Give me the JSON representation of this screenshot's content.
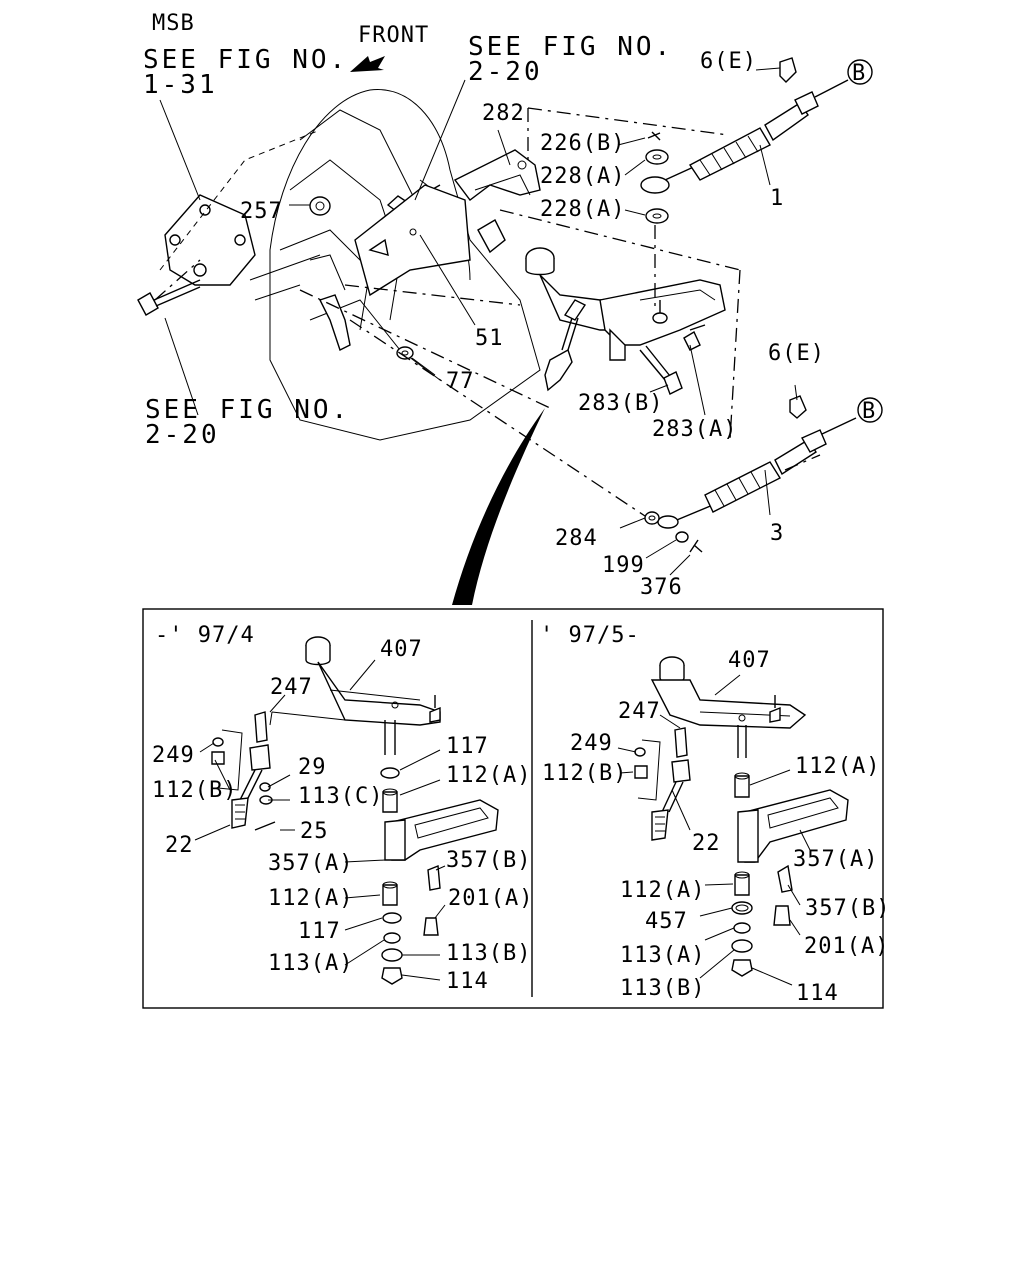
{
  "refs": {
    "msb": "MSB",
    "front": "FRONT",
    "see_fig_1_31_a": "SEE FIG NO.",
    "see_fig_1_31_b": "1-31",
    "see_fig_2_20_top_a": "SEE FIG NO.",
    "see_fig_2_20_top_b": "2-20",
    "see_fig_2_20_bot_a": "SEE FIG NO.",
    "see_fig_2_20_bot_b": "2-20",
    "circle_b": "B"
  },
  "top_labels": {
    "p6e_top": "6(E)",
    "p282": "282",
    "p226b": "226(B)",
    "p228a_1": "228(A)",
    "p228a_2": "228(A)",
    "p1": "1",
    "p257": "257",
    "p51": "51",
    "p77": "77",
    "p283b": "283(B)",
    "p283a": "283(A)",
    "p6e_bot": "6(E)",
    "p3": "3",
    "p284": "284",
    "p199": "199",
    "p376": "376"
  },
  "left_panel": {
    "period": "-' 97/4",
    "p407": "407",
    "p247": "247",
    "p249": "249",
    "p112b": "112(B)",
    "p29": "29",
    "p113c": "113(C)",
    "p25": "25",
    "p22": "22",
    "p117_a": "117",
    "p112a_a": "112(A)",
    "p357a": "357(A)",
    "p357b": "357(B)",
    "p112a_b": "112(A)",
    "p201a": "201(A)",
    "p117_b": "117",
    "p113b": "113(B)",
    "p113a": "113(A)",
    "p114": "114"
  },
  "right_panel": {
    "period": "' 97/5-",
    "p407": "407",
    "p247": "247",
    "p249": "249",
    "p112b": "112(B)",
    "p112a_top": "112(A)",
    "p22": "22",
    "p357a": "357(A)",
    "p112a_bot": "112(A)",
    "p457": "457",
    "p357b": "357(B)",
    "p113a": "113(A)",
    "p201a": "201(A)",
    "p113b": "113(B)",
    "p114": "114"
  }
}
